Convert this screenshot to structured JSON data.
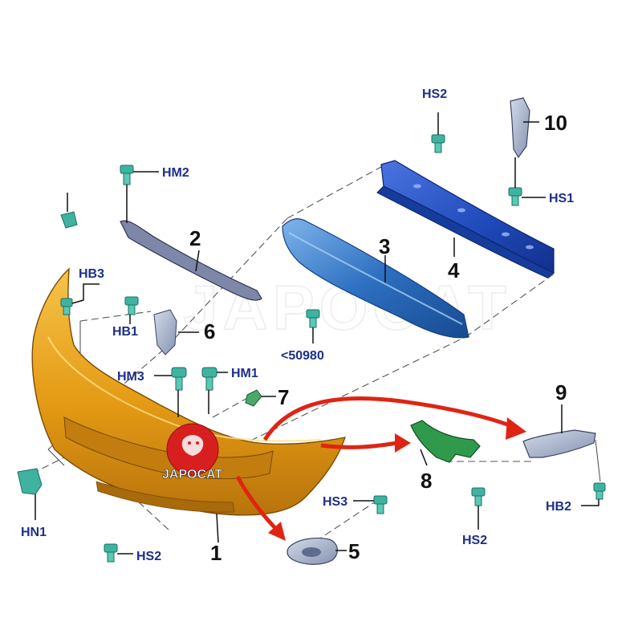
{
  "labels": {
    "part_1": "1",
    "part_2": "2",
    "part_3": "3",
    "part_4": "4",
    "part_5": "5",
    "part_6": "6",
    "part_7": "7",
    "part_8": "8",
    "part_9": "9",
    "part_10": "10",
    "hs2_top": "HS2",
    "hs1": "HS1",
    "hm2": "HM2",
    "hb3": "HB3",
    "hb1": "HB1",
    "hm3": "HM3",
    "hm1": "HM1",
    "code_50980": "<50980",
    "hs3": "HS3",
    "hn1": "HN1",
    "hs2_bottom": "HS2",
    "hs2_right": "HS2",
    "hb2": "HB2"
  },
  "watermark": "JAPOCAT",
  "logo": "JAPOCAT",
  "colors": {
    "bumper": "#e9a21a",
    "reinforcement": "#2d6fc0",
    "beam": "#1f49b8",
    "bracket_green": "#2f9a4c",
    "bracket_grey": "#9aa7c4",
    "fastener": "#3fb3a0",
    "arrow": "#e02414",
    "label": "#1c2f8c",
    "logo_red": "#d81f1f"
  }
}
